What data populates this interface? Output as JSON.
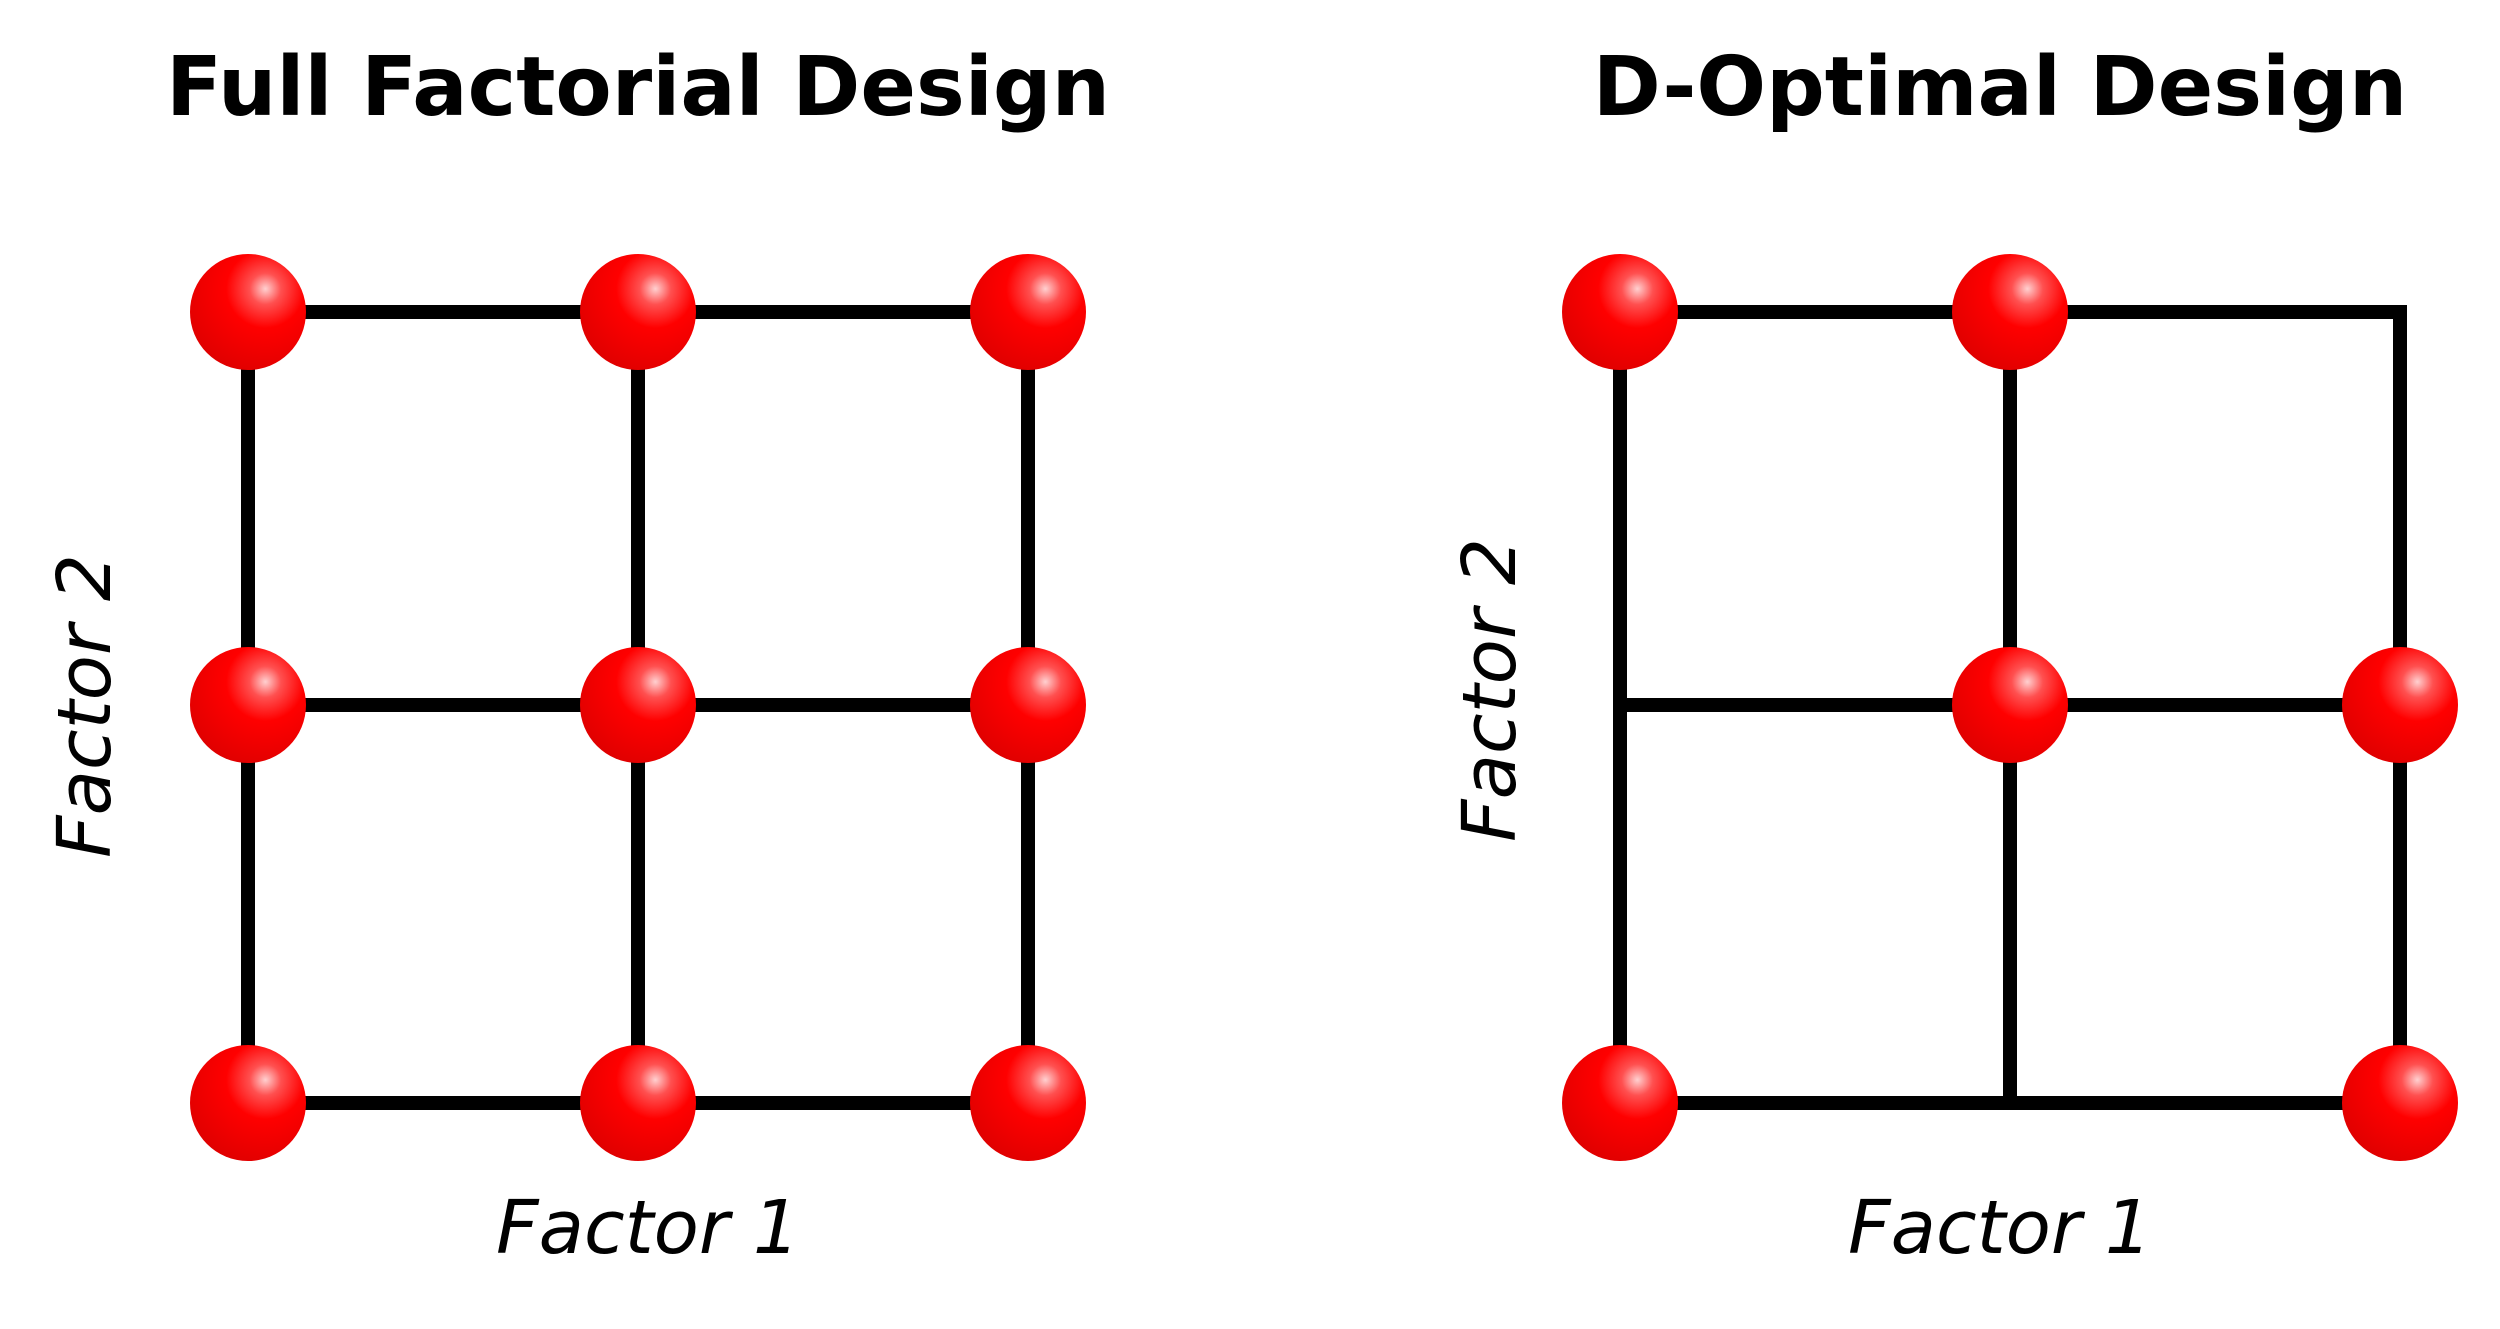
{
  "point_color": "#ff0000",
  "line_color": "#000000",
  "icons": [
    "design-point-icon"
  ],
  "panels": [
    {
      "id": "full-factorial",
      "title": "Full Factorial Design",
      "xlabel": "Factor 1",
      "ylabel": "Factor 2",
      "levels": [
        -1,
        0,
        1
      ],
      "points": [
        {
          "f1": -1,
          "f2": 1
        },
        {
          "f1": 0,
          "f2": 1
        },
        {
          "f1": 1,
          "f2": 1
        },
        {
          "f1": -1,
          "f2": 0
        },
        {
          "f1": 0,
          "f2": 0
        },
        {
          "f1": 1,
          "f2": 0
        },
        {
          "f1": -1,
          "f2": -1
        },
        {
          "f1": 0,
          "f2": -1
        },
        {
          "f1": 1,
          "f2": -1
        }
      ]
    },
    {
      "id": "d-optimal",
      "title": "D-Optimal Design",
      "xlabel": "Factor 1",
      "ylabel": "Factor 2",
      "levels": [
        -1,
        0,
        1
      ],
      "points": [
        {
          "f1": -1,
          "f2": 1
        },
        {
          "f1": 0,
          "f2": 1
        },
        {
          "f1": 0,
          "f2": 0
        },
        {
          "f1": 1,
          "f2": 0
        },
        {
          "f1": -1,
          "f2": -1
        },
        {
          "f1": 1,
          "f2": -1
        }
      ]
    }
  ]
}
